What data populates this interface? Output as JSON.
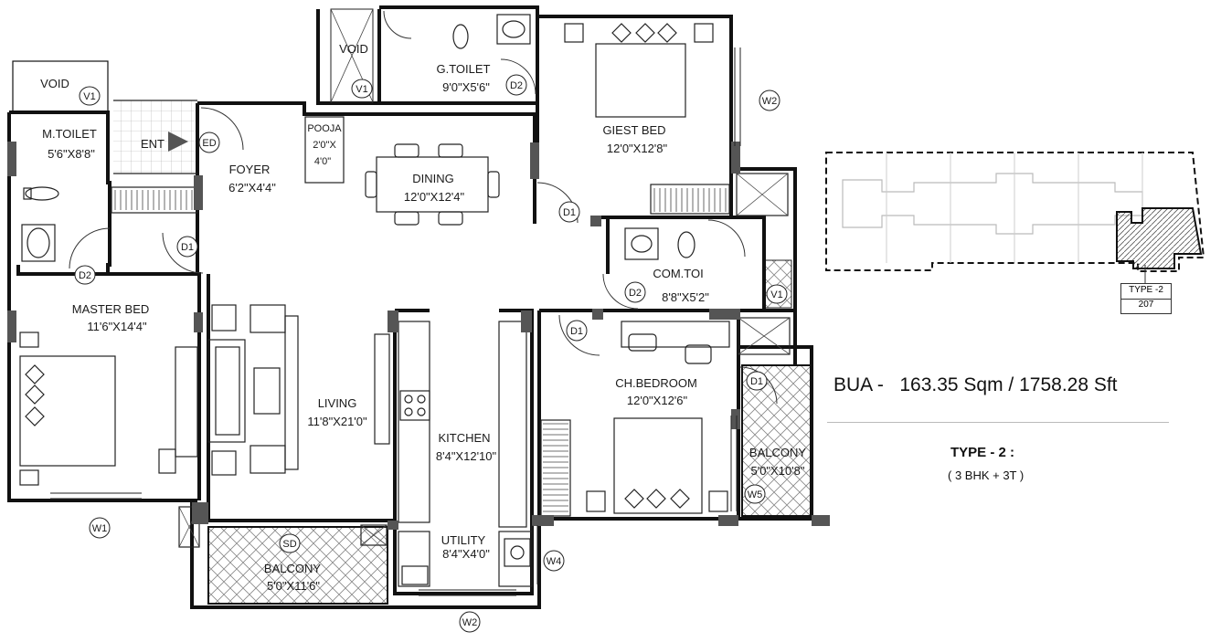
{
  "rooms": {
    "void_left": "VOID",
    "void_top": "VOID",
    "guest_toilet": {
      "name": "G.TOILET",
      "size": "9'0\"X5'6\""
    },
    "guest_bed": {
      "name": "GIEST BED",
      "size": "12'0\"X12'8\""
    },
    "master_toilet": {
      "name": "M.TOILET",
      "size": "5'6\"X8'8\""
    },
    "pooja": {
      "name": "POOJA",
      "size_a": "2'0\"X",
      "size_b": "4'0\""
    },
    "dining": {
      "name": "DINING",
      "size": "12'0\"X12'4\""
    },
    "foyer": {
      "name": "FOYER",
      "size": "6'2\"X4'4\""
    },
    "entry": "ENT",
    "common_toilet": {
      "name": "COM.TOI",
      "size": "8'8\"X5'2\""
    },
    "master_bed": {
      "name": "MASTER BED",
      "size": "11'6\"X14'4\""
    },
    "living": {
      "name": "LIVING",
      "size": "11'8\"X21'0\""
    },
    "kitchen": {
      "name": "KITCHEN",
      "size": "8'4\"X12'10\""
    },
    "child_bedroom": {
      "name": "CH.BEDROOM",
      "size": "12'0\"X12'6\""
    },
    "balcony_right": {
      "name": "BALCONY",
      "size": "5'0\"X10'8\""
    },
    "utility": {
      "name": "UTILITY",
      "size": "8'4\"X4'0\""
    },
    "balcony_bottom": {
      "name": "BALCONY",
      "size": "5'0\"X11'6\""
    }
  },
  "tags": {
    "v1": "V1",
    "w1": "W1",
    "w2": "W2",
    "w4": "W4",
    "w5": "W5",
    "d1": "D1",
    "d2": "D2",
    "ed": "ED",
    "sd": "SD"
  },
  "info": {
    "bua": "BUA -   163.35 Sqm / 1758.28 Sft",
    "type_title": "TYPE - 2 :",
    "type_sub": "( 3 BHK + 3T )",
    "key_label": "TYPE -2",
    "key_number": "207"
  },
  "colors": {
    "wall": "#111111",
    "hatch": "#888888"
  }
}
